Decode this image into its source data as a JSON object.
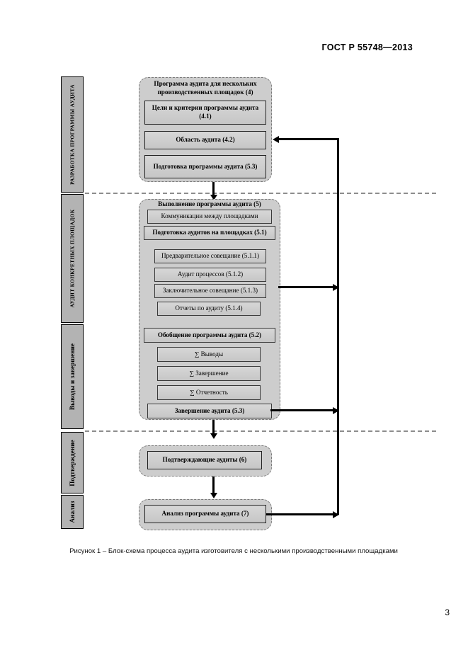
{
  "document": {
    "standard_header": "ГОСТ Р 55748—2013",
    "page_number": "3",
    "figure_caption": "Рисунок 1 – Блок-схема процесса аудита изготовителя с несколькими производственными площадками"
  },
  "colors": {
    "group_fill": "#cdcdcd",
    "box_fill": "#d0d0d0",
    "sidebar_fill": "#b3b3b3",
    "border": "#222222",
    "dashed_border": "#7a7a7a",
    "separator": "#8d8d8d",
    "connector": "#000000"
  },
  "sidebar": {
    "phases": [
      {
        "label": "РАЗРАБОТКА ПРОГРАММЫ АУДИТА",
        "case": "caps"
      },
      {
        "label": "АУДИТ КОНКРЕТНЫХ ПЛОЩАДОК",
        "case": "caps"
      },
      {
        "label": "Выводы и завершение",
        "case": "mixed"
      },
      {
        "label": "Подтверждение",
        "case": "mixed"
      },
      {
        "label": "Анализ",
        "case": "mixed"
      }
    ]
  },
  "flowchart": {
    "group_development": {
      "title": "Программа аудита для нескольких производственных площадок  (4)",
      "boxes": [
        {
          "label": "Цели и критерии программы аудита   (4.1)",
          "bold": true
        },
        {
          "label": "Область аудита  (4.2)",
          "bold": true
        },
        {
          "label": "Подготовка программы аудита (5.3)",
          "bold": true
        }
      ]
    },
    "group_execution": {
      "title": "Выполнение программы аудита (5)",
      "boxes": [
        {
          "label": "Коммуникации между площадками",
          "bold": false
        },
        {
          "label": "Подготовка аудитов на площадках (5.1)",
          "bold": true
        },
        {
          "label": "Предварительное совещание (5.1.1)",
          "bold": false
        },
        {
          "label": "Аудит процессов (5.1.2)",
          "bold": false
        },
        {
          "label": "Заключительное совещание (5.1.3)",
          "bold": false
        },
        {
          "label": "Отчеты по аудиту (5.1.4)",
          "bold": false
        },
        {
          "label": "Обобщение программы аудита (5.2)",
          "bold": true
        },
        {
          "label": "∑ Выводы",
          "bold": false
        },
        {
          "label": "∑ Завершение",
          "bold": false
        },
        {
          "label": "∑ Отчетность",
          "bold": false
        },
        {
          "label": "Завершение аудита (5.3)",
          "bold": true
        }
      ]
    },
    "group_confirmation": {
      "boxes": [
        {
          "label": "Подтверждающие аудиты (6)",
          "bold": true
        }
      ]
    },
    "group_analysis": {
      "boxes": [
        {
          "label": "Анализ программы аудита (7)",
          "bold": true
        }
      ]
    }
  }
}
